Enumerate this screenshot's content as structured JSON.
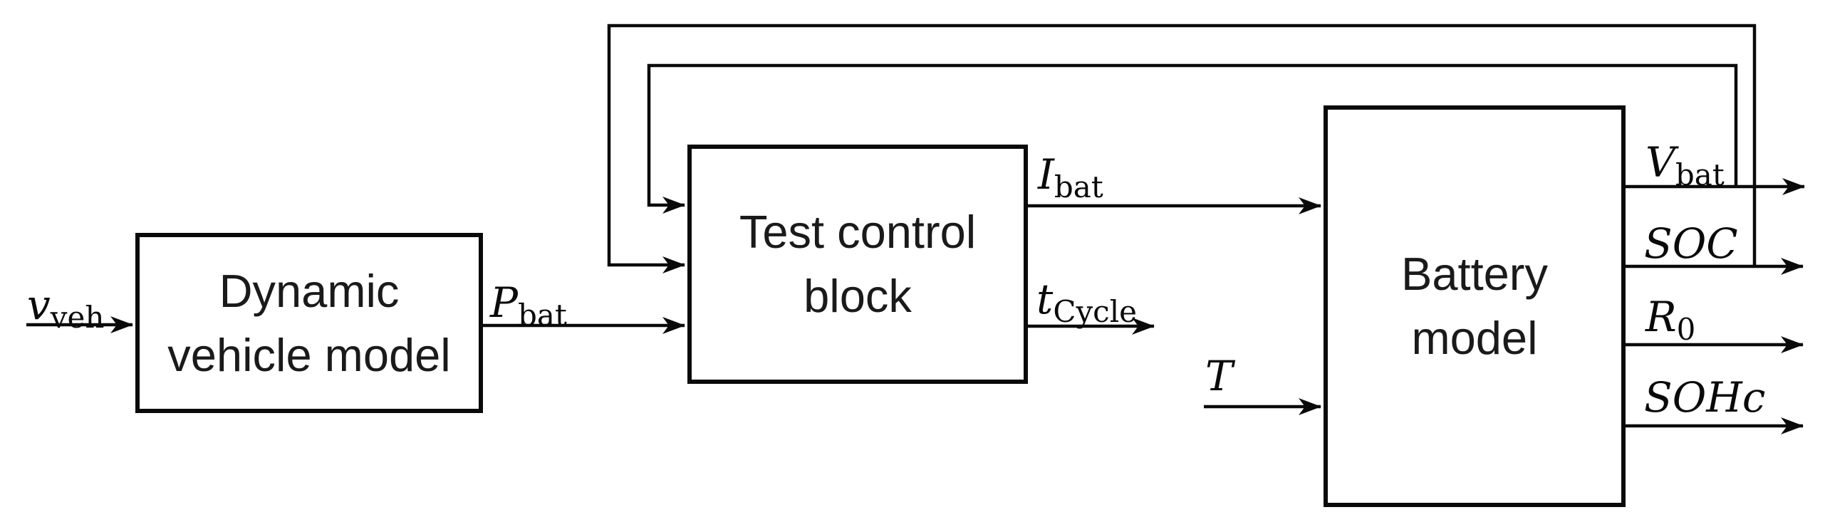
{
  "diagram": {
    "type": "block-diagram",
    "colors": {
      "line": "#0a0a0a",
      "background": "#ffffff"
    },
    "blocks": {
      "dynamic_vehicle_model": {
        "label_line1": "Dynamic",
        "label_line2": "vehicle model"
      },
      "test_control_block": {
        "label_line1": "Test control",
        "label_line2": "block"
      },
      "battery_model": {
        "label_line1": "Battery",
        "label_line2": "model"
      }
    },
    "signals": {
      "v_veh": {
        "main": "v",
        "sub": "veh"
      },
      "p_bat": {
        "main": "P",
        "sub": "bat"
      },
      "i_bat": {
        "main": "I",
        "sub": "bat"
      },
      "t_cycle": {
        "main": "t",
        "sub": "Cycle"
      },
      "temperature": {
        "main": "T",
        "sub": ""
      },
      "v_bat": {
        "main": "V",
        "sub": "bat"
      },
      "soc": {
        "main": "SOC",
        "sub": ""
      },
      "r_0": {
        "main": "R",
        "sub": "0"
      },
      "soh_c": {
        "main": "SOHc",
        "sub": ""
      }
    },
    "connections": {
      "v_veh_to_dynamic": "input arrow",
      "p_bat_dynamic_to_testcontrol": "arrow",
      "i_bat_testcontrol_to_battery": "arrow",
      "t_cycle_output": "arrow",
      "temperature_to_battery": "input arrow",
      "v_bat_output_and_inner_feedback_to_testcontrol": "arrow",
      "soc_output_and_outer_feedback_to_testcontrol": "arrow",
      "r_0_output": "arrow",
      "soh_c_output": "arrow"
    }
  }
}
